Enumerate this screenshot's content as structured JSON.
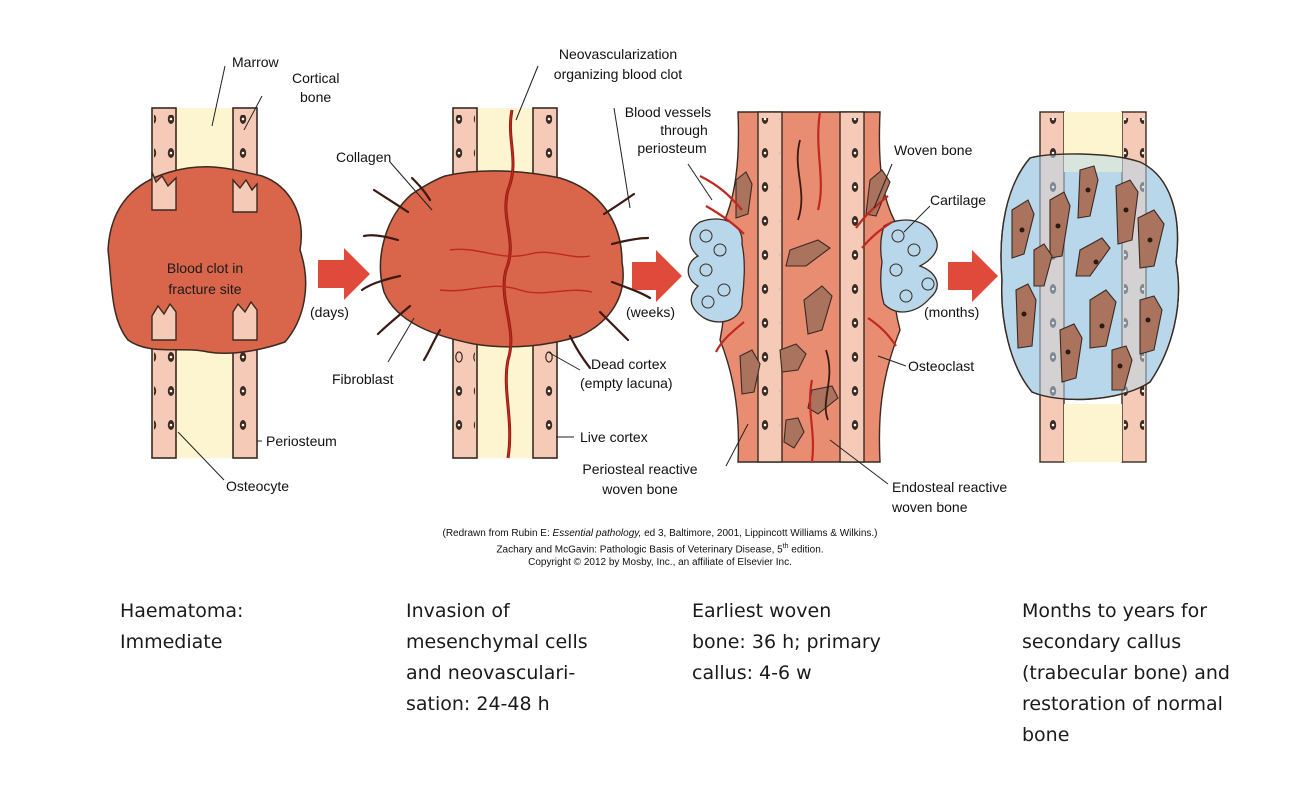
{
  "figure": {
    "stage1": {
      "marrow": "Marrow",
      "cortical": [
        "Cortical",
        "bone"
      ],
      "clot": [
        "Blood clot in",
        "fracture site"
      ],
      "periosteum": "Periosteum",
      "osteocyte": "Osteocyte"
    },
    "arrows": {
      "days": "(days)",
      "weeks": "(weeks)",
      "months": "(months)"
    },
    "stage2": {
      "neovasc": [
        "Neovascularization",
        "organizing blood clot"
      ],
      "collagen": "Collagen",
      "fibroblast": "Fibroblast",
      "dead_cortex": [
        "Dead cortex",
        "(empty lacuna)"
      ],
      "live_cortex": "Live cortex",
      "periosteal_woven": [
        "Periosteal reactive",
        "woven bone"
      ]
    },
    "stage3": {
      "vessels": [
        "Blood vessels",
        "through",
        "periosteum"
      ],
      "woven_bone": "Woven bone",
      "cartilage": "Cartilage",
      "osteoclast": "Osteoclast",
      "endosteal_woven": [
        "Endosteal reactive",
        "woven bone"
      ]
    },
    "credit": {
      "line1_pre": "(Redrawn from Rubin E: ",
      "line1_italic": "Essential pathology,",
      "line1_post": " ed 3, Baltimore, 2001, Lippincott Williams & Wilkins.)",
      "line2_pre": "Zachary and McGavin: Pathologic Basis of Veterinary Disease, 5",
      "line2_sup": "th",
      "line2_post": " edition.",
      "line3": "Copyright © 2012 by Mosby, Inc., an affiliate of Elsevier Inc."
    }
  },
  "captions": [
    [
      "Haematoma:",
      "Immediate"
    ],
    [
      "Invasion of",
      "mesenchymal cells",
      "and neovasculari-",
      "sation: 24-48 h"
    ],
    [
      "Earliest woven",
      "bone: 36 h; primary",
      "callus: 4-6 w"
    ],
    [
      "Months to years for",
      "secondary callus",
      "(trabecular bone) and",
      "restoration of normal",
      "bone"
    ]
  ],
  "colors": {
    "clot": "#d9654a",
    "clot_light": "#e98d72",
    "cortex": "#f5cbb8",
    "marrow": "#fcf5cf",
    "cartilage": "#b8d7ea",
    "woven": "#a9735e",
    "vessel": "#c2281d",
    "arrow": "#e04a3a"
  }
}
